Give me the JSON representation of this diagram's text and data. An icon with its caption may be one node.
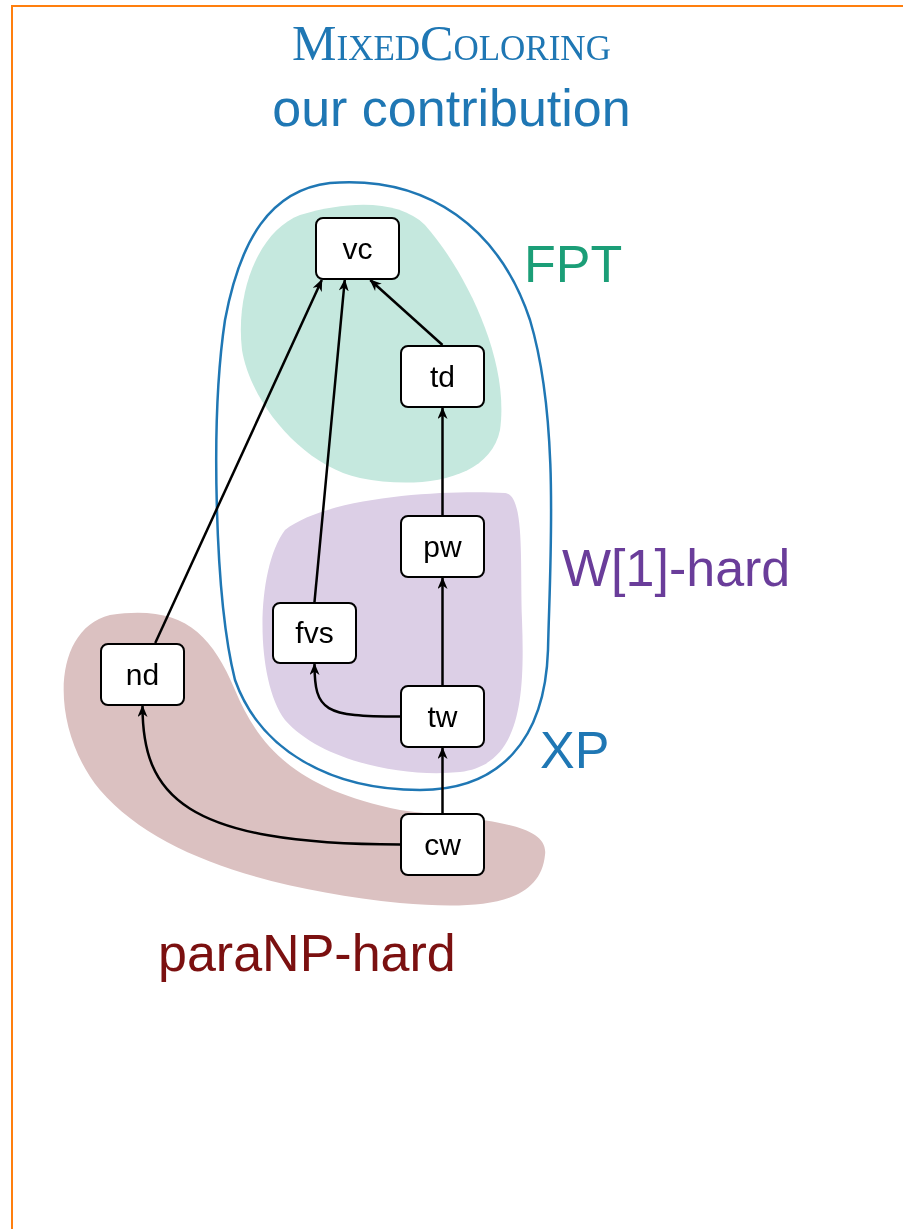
{
  "diagram": {
    "title": "MixedColoring",
    "nodes": [
      {
        "text": [
          "XP"
        ]
      },
      {
        "text": [
          "FPT"
        ],
        "in": 0
      },
      {
        "text": [
          "vc"
        ],
        "in": 1
      },
      {
        "text": [
          "td"
        ],
        "in": 1
      },
      {
        "text": [
          "W[1]-hard"
        ],
        "in": 0
      },
      {
        "text": [
          "pw"
        ],
        "in": 4
      },
      {
        "text": [
          "fvs"
        ],
        "in": 4
      },
      {
        "text": [
          "tw"
        ],
        "in": 4
      },
      {
        "text": [
          "paraNP-hard"
        ]
      },
      {
        "text": [
          "nd"
        ],
        "in": 8
      },
      {
        "text": [
          "cw"
        ],
        "in": 8
      }
    ],
    "edges": [
      {
        "from": 9,
        "to": 2,
        "arrow": "to"
      },
      {
        "from": 6,
        "to": 2,
        "arrow": "to"
      },
      {
        "from": 3,
        "to": 2,
        "arrow": "to"
      },
      {
        "from": 5,
        "to": 3,
        "arrow": "to"
      },
      {
        "from": 7,
        "to": 5,
        "arrow": "to"
      },
      {
        "from": 7,
        "to": 6,
        "arrow": "to"
      },
      {
        "from": 10,
        "to": 7,
        "arrow": "to"
      },
      {
        "from": 10,
        "to": 9,
        "arrow": "to"
      }
    ],
    "labels": [
      "our contribution"
    ]
  }
}
